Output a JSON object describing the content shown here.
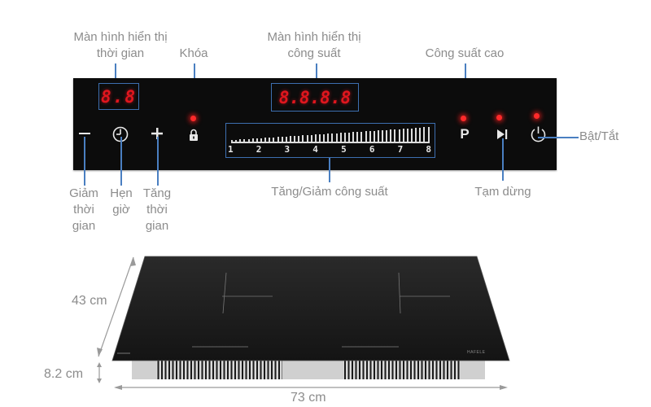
{
  "labels": {
    "time_display": [
      "Màn hình hiển thị",
      "thời gian"
    ],
    "lock": "Khóa",
    "power_display": [
      "Màn hình hiển thị",
      "công suất"
    ],
    "boost": "Công suất cao",
    "on_off": "Bật/Tắt",
    "decrease_time": [
      "Giảm",
      "thời",
      "gian"
    ],
    "timer": [
      "Hẹn",
      "giờ"
    ],
    "increase_time": [
      "Tăng",
      "thời",
      "gian"
    ],
    "power_slider": "Tăng/Giảm công suất",
    "pause": "Tạm dừng"
  },
  "panel": {
    "time_display_value": "8.8",
    "power_display_value": "8.8.8.8",
    "slider_levels": [
      "1",
      "2",
      "3",
      "4",
      "5",
      "6",
      "7",
      "8"
    ],
    "icons": {
      "minus": "−",
      "plus": "+",
      "boost": "P",
      "pause": "▶|"
    },
    "colors": {
      "panel_bg": "#0c0c0c",
      "display_red": "#e0161e",
      "callout_blue": "#4a7fc1",
      "led_red": "#ff2a2a"
    }
  },
  "dimensions": {
    "depth": "43 cm",
    "height": "8.2 cm",
    "width": "73 cm"
  },
  "cooktop": {
    "brand": "HAFELE"
  }
}
